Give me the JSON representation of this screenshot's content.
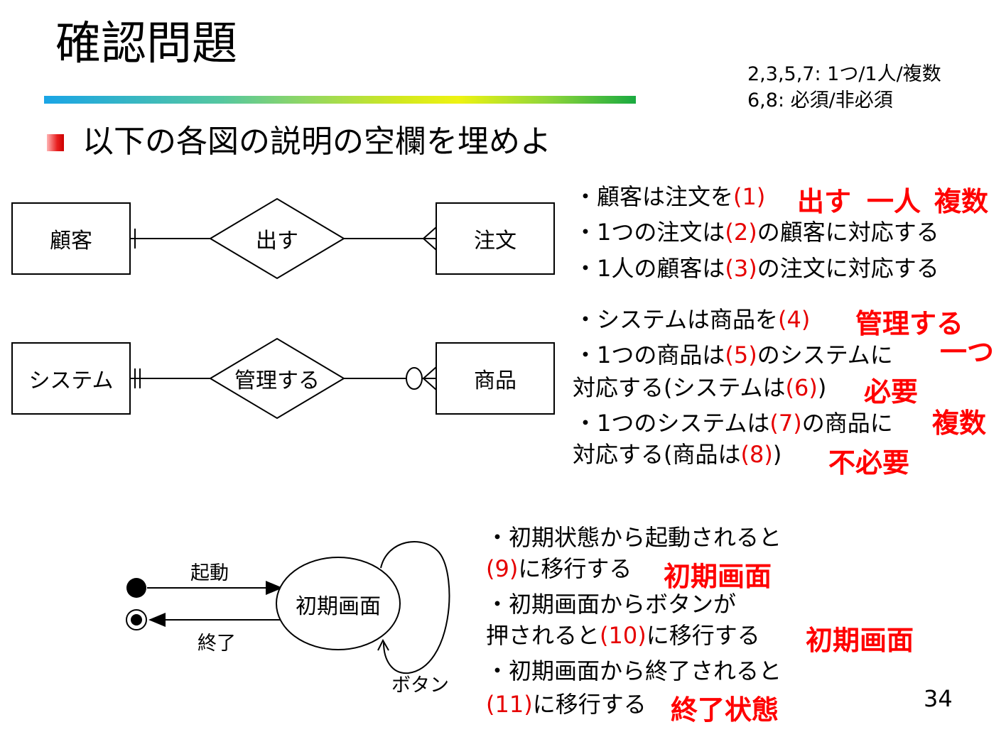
{
  "title": "確認問題",
  "hint": {
    "line1": "2,3,5,7: 1つ/1人/複数",
    "line2": "6,8: 必須/非必須"
  },
  "instruction": "以下の各図の説明の空欄を埋めよ",
  "er1": {
    "left_entity": "顧客",
    "relation": "出す",
    "right_entity": "注文"
  },
  "er2": {
    "left_entity": "システム",
    "relation": "管理する",
    "right_entity": "商品"
  },
  "q1": {
    "lines": [
      {
        "pre": "・顧客は注文を",
        "blank": "(1)",
        "post": ""
      },
      {
        "pre": "・1つの注文は",
        "blank": "(2)",
        "post": "の顧客に対応する"
      },
      {
        "pre": "・1人の顧客は",
        "blank": "(3)",
        "post": "の注文に対応する"
      }
    ],
    "answers": {
      "a1": "出す",
      "a2": "一人",
      "a3": "複数"
    }
  },
  "q2": {
    "lines": [
      {
        "pre": "・システムは商品を",
        "blank": "(4)",
        "post": ""
      },
      {
        "pre": "・1つの商品は",
        "blank": "(5)",
        "post": "のシステムに"
      },
      {
        "pre": "対応する(システムは",
        "blank": "(6)",
        "post": ")"
      },
      {
        "pre": "・1つのシステムは",
        "blank": "(7)",
        "post": "の商品に"
      },
      {
        "pre": "対応する(商品は",
        "blank": "(8)",
        "post": ")"
      }
    ],
    "answers": {
      "a4": "管理する",
      "a5": "一つ",
      "a6": "必要",
      "a7": "複数",
      "a8": "不必要"
    }
  },
  "state": {
    "start_label": "起動",
    "end_label": "終了",
    "state_name": "初期画面",
    "self_label": "ボタン"
  },
  "q3": {
    "lines": [
      {
        "pre": "・初期状態から起動されると",
        "blank": "",
        "post": ""
      },
      {
        "pre": "",
        "blank": "(9)",
        "post": "に移行する"
      },
      {
        "pre": "・初期画面からボタンが",
        "blank": "",
        "post": ""
      },
      {
        "pre": "押されると",
        "blank": "(10)",
        "post": "に移行する"
      },
      {
        "pre": "・初期画面から終了されると",
        "blank": "",
        "post": ""
      },
      {
        "pre": "",
        "blank": "(11)",
        "post": "に移行する"
      }
    ],
    "answers": {
      "a9": "初期画面",
      "a10": "初期画面",
      "a11": "終了状態"
    }
  },
  "page_number": "34",
  "colors": {
    "answer": "#ff0000",
    "blank": "#e60000"
  }
}
